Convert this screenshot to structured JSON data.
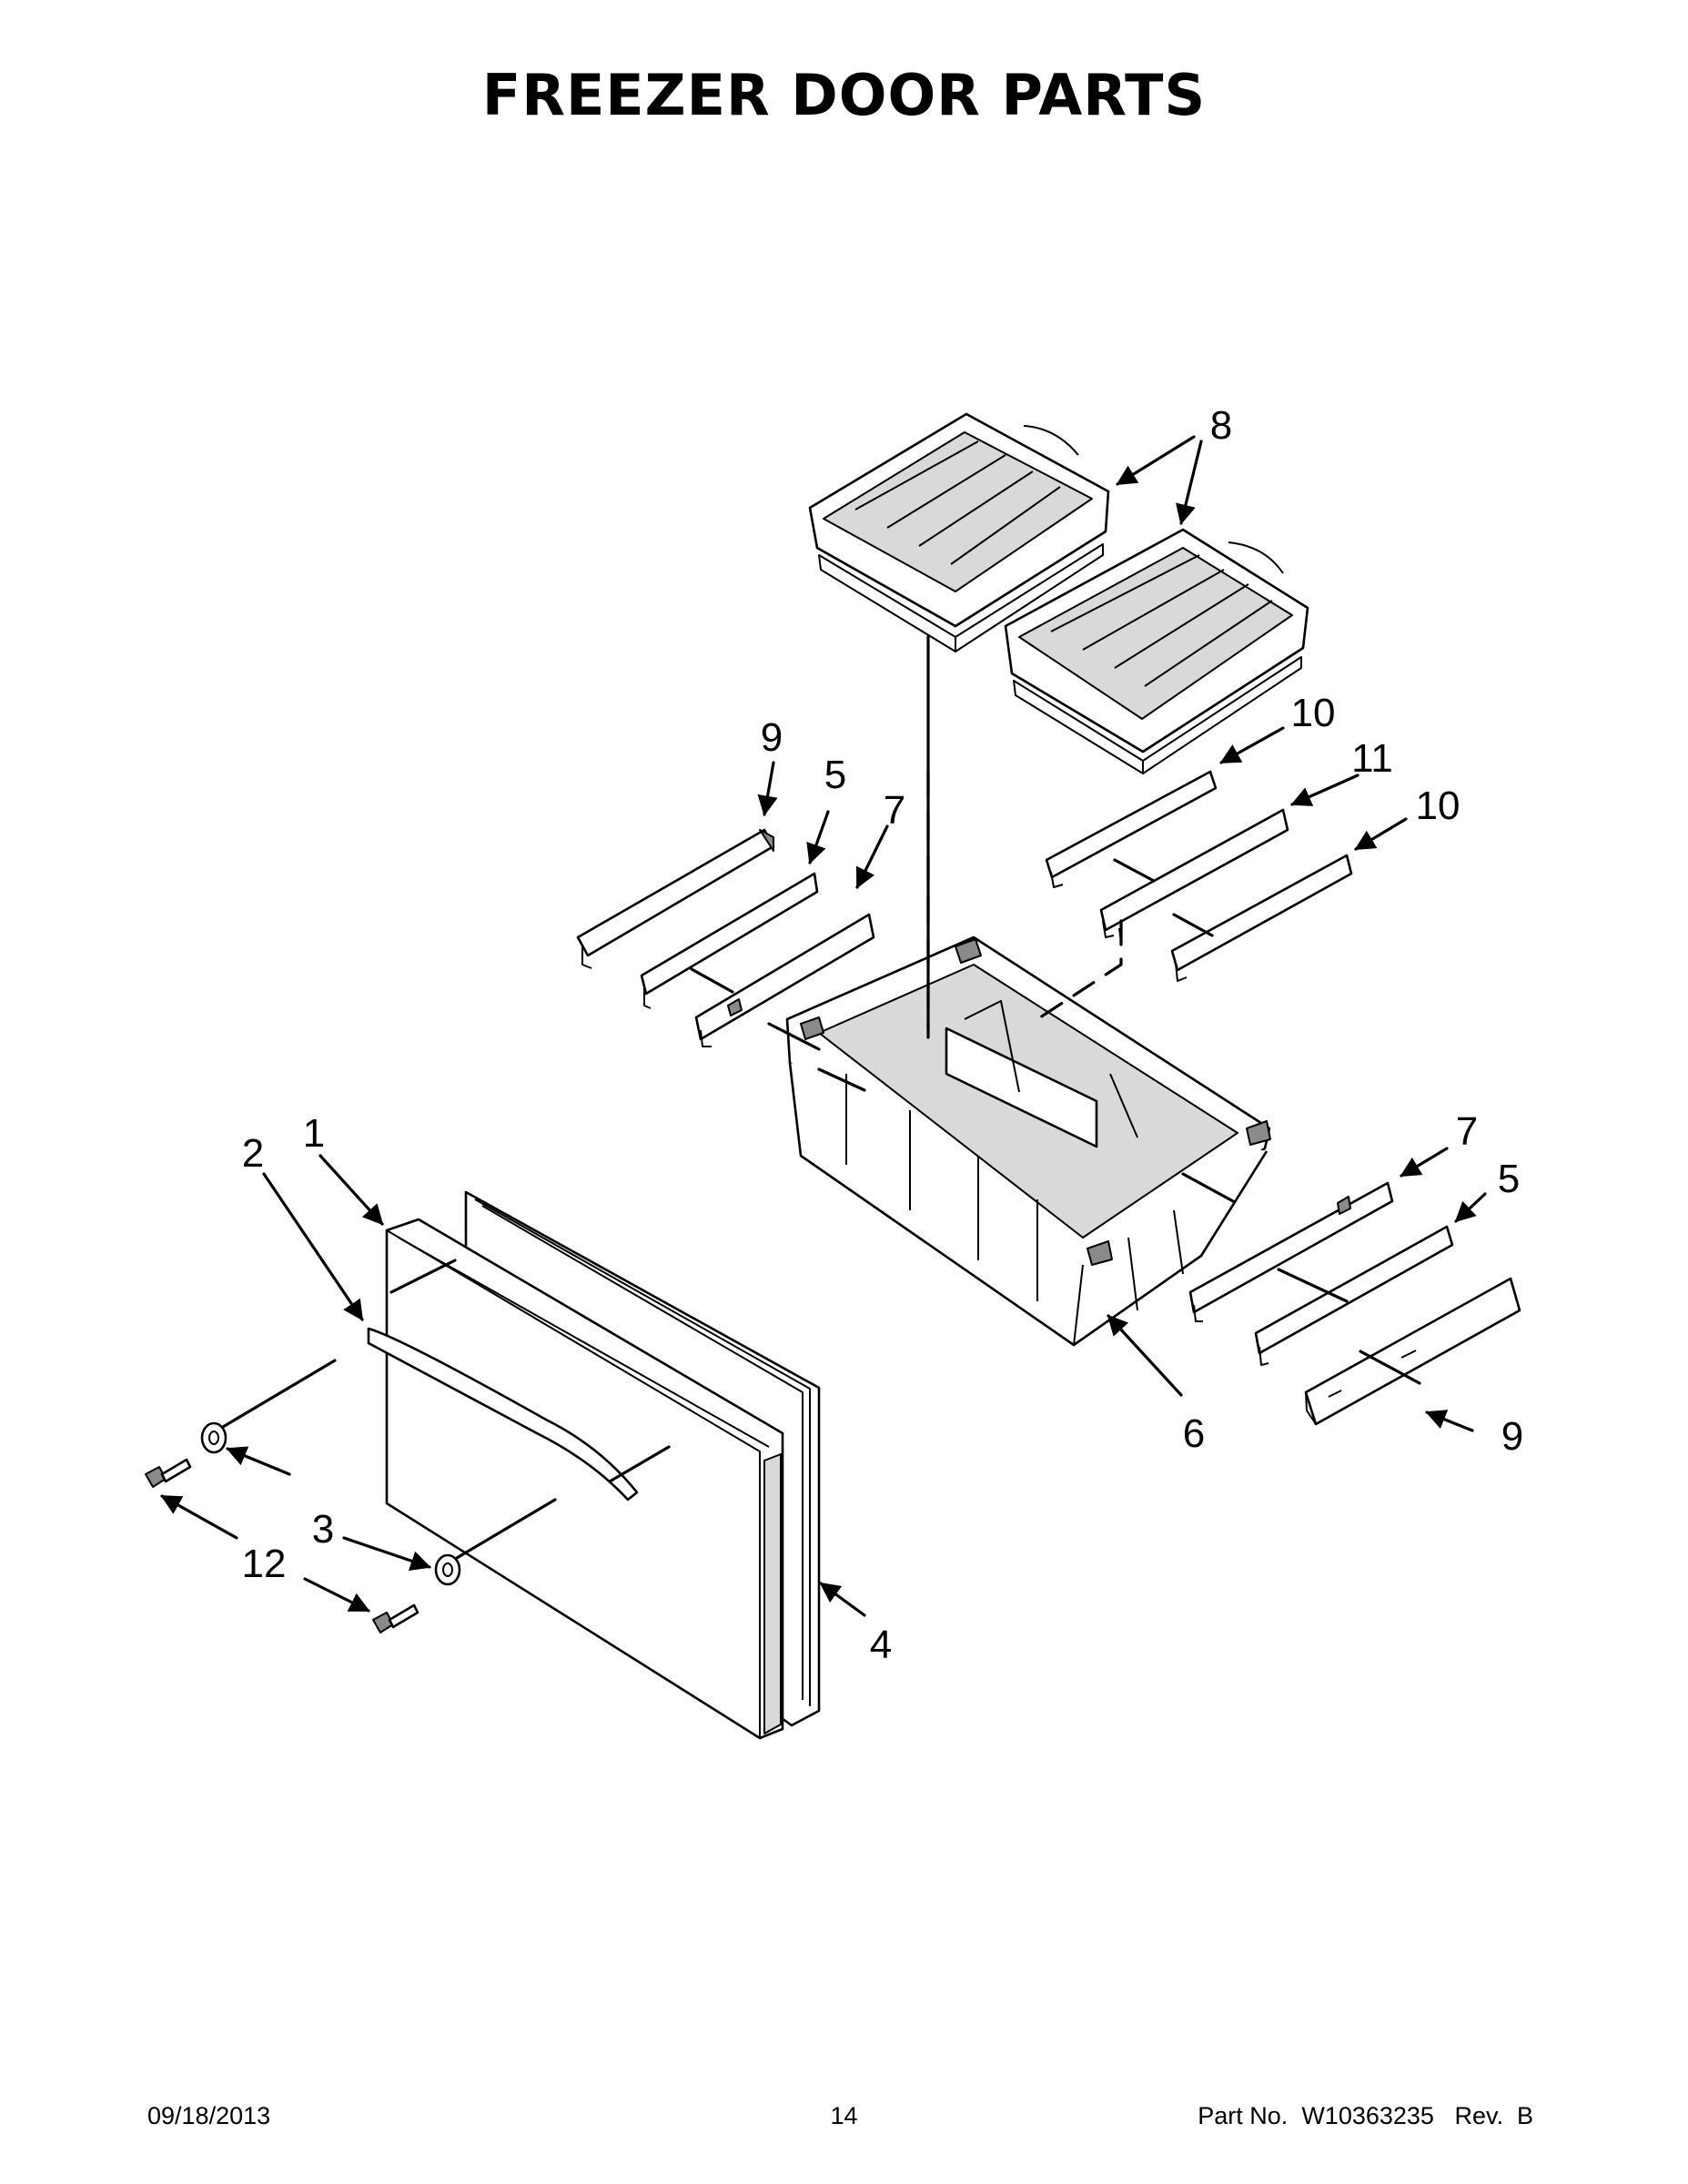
{
  "title": "FREEZER DOOR PARTS",
  "callouts": {
    "c1": "1",
    "c2": "2",
    "c3": "3",
    "c4": "4",
    "c5a": "5",
    "c5b": "5",
    "c6": "6",
    "c7a": "7",
    "c7b": "7",
    "c8": "8",
    "c9a": "9",
    "c9b": "9",
    "c10a": "10",
    "c10b": "10",
    "c11": "11",
    "c12": "12"
  },
  "footer": {
    "date": "09/18/2013",
    "page": "14",
    "part_label": "Part No.",
    "part_number": "W10363235",
    "rev_label": "Rev.",
    "rev": "B"
  }
}
